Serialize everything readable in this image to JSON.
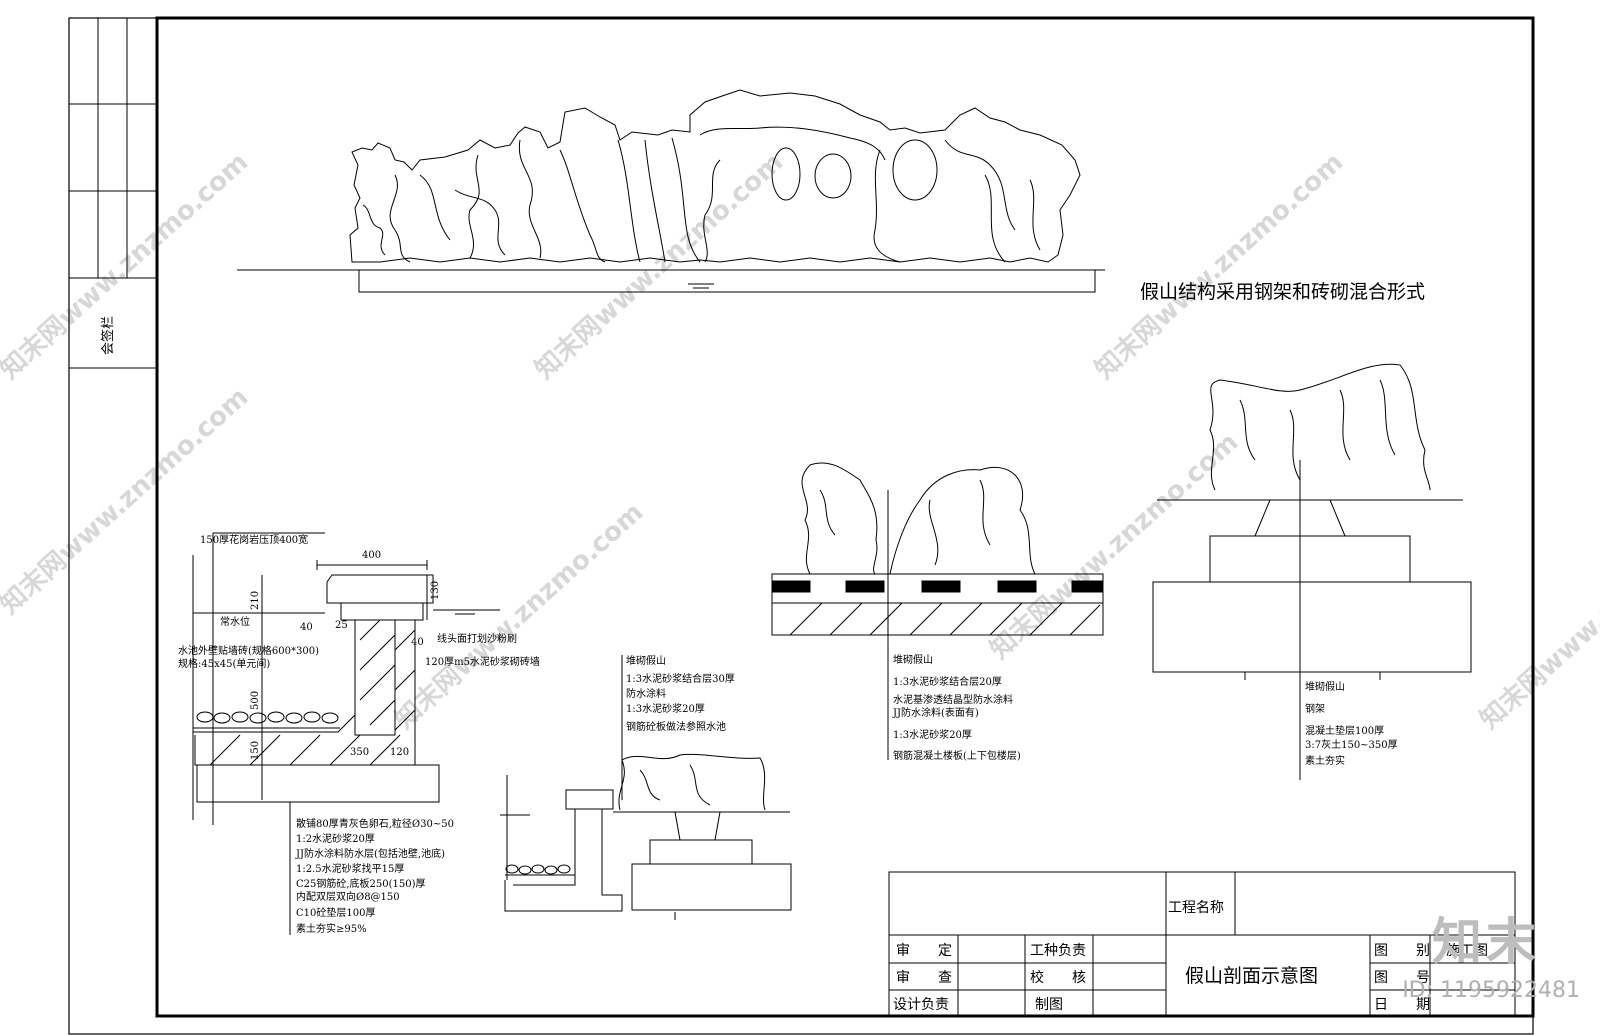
{
  "sidebar": {
    "label": "会签栏"
  },
  "header_note": "假山结构采用钢架和砖砌混合形式",
  "section_left": {
    "top_label": "150厚花岗岩压顶400宽",
    "dim_width": "400",
    "dims": [
      "210",
      "130",
      "40",
      "25",
      "40",
      "500",
      "150",
      "350",
      "120"
    ],
    "water_label": "常水位",
    "edge_label": "线头面打划沙粉刷",
    "wall_label": "120厚m5水泥砂浆砌砖墙",
    "side_label_1": "水池外壁贴墙砖(规格600*300)",
    "side_label_2": "规格:45x45(单元间)",
    "layers": [
      "散铺80厚青灰色卵石,粒径Ø30~50",
      "1:2水泥砂浆20厚",
      "JJ防水涂料防水层(包括池壁,池底)",
      "1:2.5水泥砂浆找平15厚",
      "C25钢筋砼,底板250(150)厚",
      "内配双层双向Ø8@150",
      "C10砼垫层100厚",
      "素土夯实≥95%"
    ]
  },
  "section_mid": {
    "layers": [
      "堆砌假山",
      "1:3水泥砂浆结合层30厚",
      "防水涂料",
      "1:3水泥砂浆20厚",
      "钢筋砼板做法参照水池"
    ]
  },
  "section_right1": {
    "layers": [
      "堆砌假山",
      "1:3水泥砂浆结合层20厚",
      "水泥基渗透结晶型防水涂料",
      "JJ防水涂料(表面有)",
      "1:3水泥砂浆20厚",
      "钢筋混凝土楼板(上下包楼层)"
    ]
  },
  "section_right2": {
    "layers": [
      "堆砌假山",
      "钢架",
      "混凝土垫层100厚",
      "3:7灰土150~350厚",
      "素土夯实"
    ]
  },
  "title_block": {
    "project_name_label": "工程名称",
    "drawing_title": "假山剖面示意图",
    "rows": [
      {
        "left": "审　　定",
        "mid": "工种负责"
      },
      {
        "left": "审　　查",
        "mid": "校　　核"
      },
      {
        "left": "设计负责",
        "mid": "制图"
      }
    ],
    "right_labels": [
      "图　　别",
      "图　　号",
      "日　　期"
    ],
    "drawing_type_value": "施工图"
  },
  "watermark": {
    "text": "知末网www.znzmo.com"
  },
  "brand": {
    "logo": "知末",
    "id": "ID: 1195922481"
  }
}
